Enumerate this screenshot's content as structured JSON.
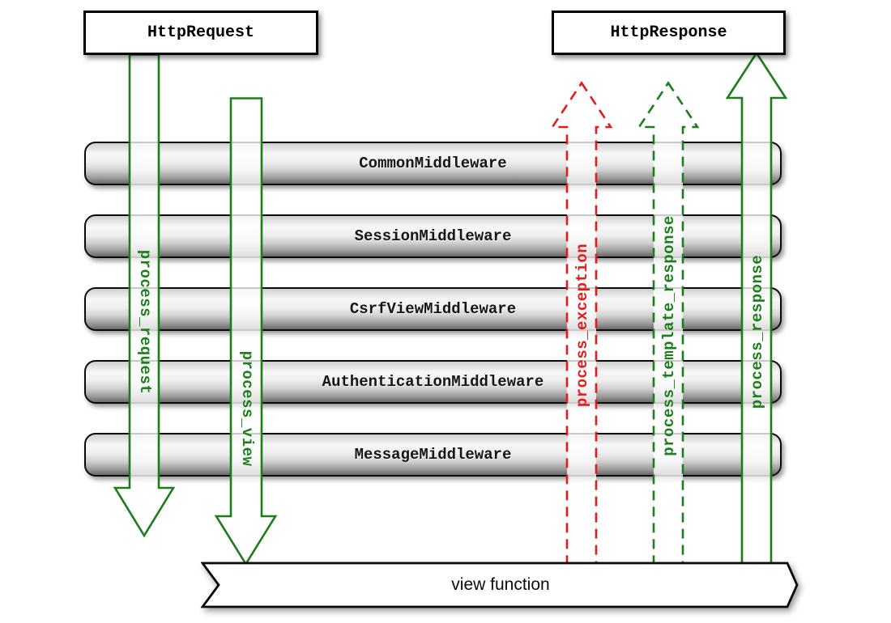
{
  "diagram": {
    "kind": "django-middleware-request-response-flow",
    "title_boxes": {
      "request": "HttpRequest",
      "response": "HttpResponse"
    },
    "middleware_layers": [
      "CommonMiddleware",
      "SessionMiddleware",
      "CsrfViewMiddleware",
      "AuthenticationMiddleware",
      "MessageMiddleware"
    ],
    "arrows": [
      {
        "label": "process_request",
        "direction": "down",
        "style": "solid",
        "color": "#1b7e1b"
      },
      {
        "label": "process_view",
        "direction": "down",
        "style": "solid",
        "color": "#1b7e1b"
      },
      {
        "label": "process_exception",
        "direction": "up",
        "style": "dashed",
        "color": "#e31b1b"
      },
      {
        "label": "process_template_response",
        "direction": "up",
        "style": "dashed",
        "color": "#1b7e1b"
      },
      {
        "label": "process_response",
        "direction": "up",
        "style": "solid",
        "color": "#1b7e1b"
      }
    ],
    "view_banner": "view function",
    "colors": {
      "green": "#1b7e1b",
      "red": "#e31b1b",
      "bar_border": "#0a0a0a"
    }
  }
}
